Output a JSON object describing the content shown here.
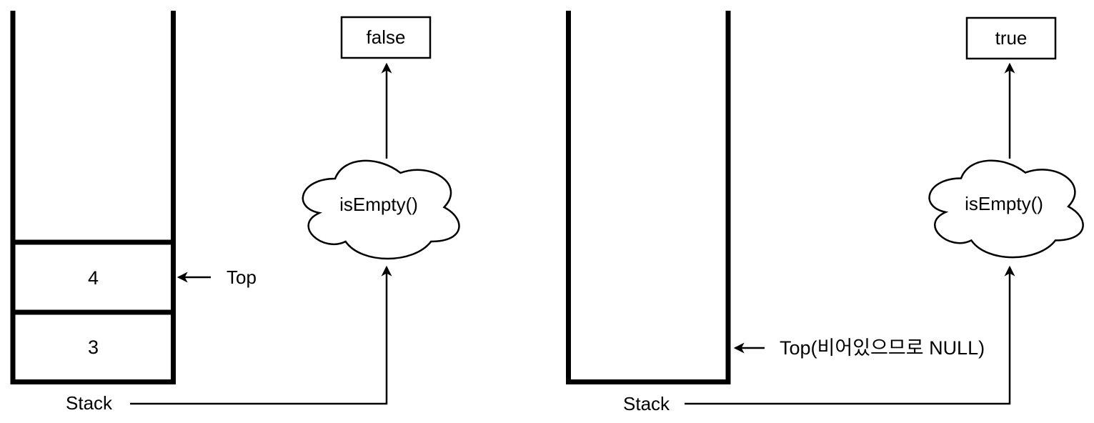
{
  "colors": {
    "ink": "#000000",
    "background": "#ffffff"
  },
  "left_panel": {
    "result": "false",
    "operation": "isEmpty()",
    "cells": [
      "4",
      "3"
    ],
    "top_label": "Top",
    "stack_label": "Stack"
  },
  "right_panel": {
    "result": "true",
    "operation": "isEmpty()",
    "cells": [],
    "top_label": "Top(비어있으므로 NULL)",
    "stack_label": "Stack"
  }
}
